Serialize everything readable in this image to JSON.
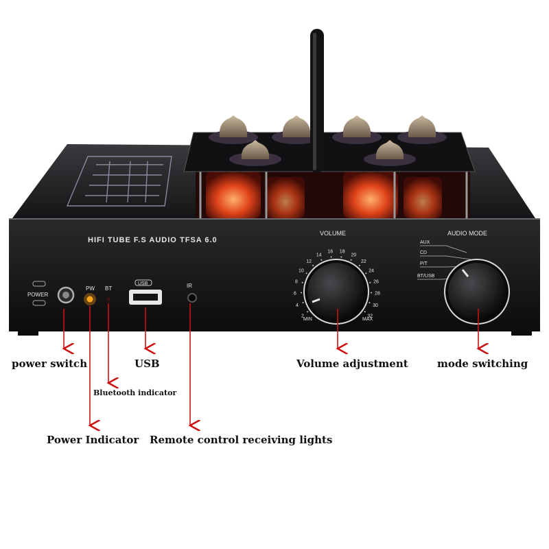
{
  "panel": {
    "brand": "HIFI TUBE F.S AUDIO",
    "model": "TFSA 6.0",
    "power_label": "POWER",
    "pw_label": "PW",
    "bt_label": "BT",
    "usb_label": "USB",
    "ir_label": "IR",
    "volume_title": "VOLUME",
    "volume_min": "MIN",
    "volume_max": "MAX",
    "volume_scale": [
      "2",
      "4",
      "6",
      "8",
      "10",
      "12",
      "14",
      "16",
      "18",
      "20",
      "22",
      "24",
      "26",
      "28",
      "30",
      "32"
    ],
    "mode_title": "AUDIO MODE",
    "modes": [
      "AUX",
      "CD",
      "P/T",
      "BT/USB"
    ]
  },
  "callouts": {
    "power_switch": "power switch",
    "power_indicator": "Power Indicator",
    "bluetooth_indicator": "Bluetooth indicator",
    "usb": "USB",
    "remote": "Remote control receiving lights",
    "volume": "Volume adjustment",
    "mode": "mode switching"
  },
  "colors": {
    "chassis": "#1b1b1d",
    "arrow": "#cc1111",
    "tube_glow": "#ff5a1a",
    "power_led": "#ffb020"
  }
}
